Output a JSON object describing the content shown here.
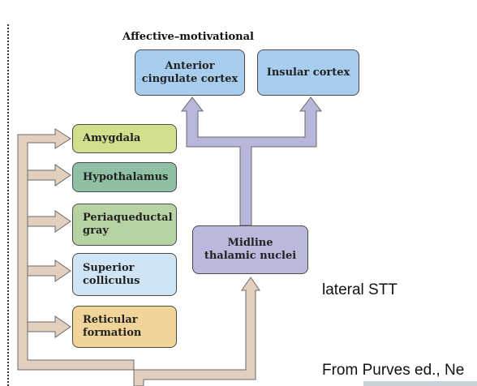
{
  "diagram": {
    "heading": "Affective–motivational",
    "boxes": {
      "anterior_cingulate": "Anterior\ncingulate cortex",
      "insular_cortex": "Insular cortex",
      "amygdala": "Amygdala",
      "hypothalamus": "Hypothalamus",
      "periaqueductal_gray": "Periaqueductal\ngray",
      "superior_colliculus": "Superior\ncolliculus",
      "reticular_formation": "Reticular\nformation",
      "midline_thalamic": "Midline\nthalamic nuclei"
    },
    "colors": {
      "blue_box": "#a8cdee",
      "green_box": "#d1e08c",
      "teal_box": "#8fc0a4",
      "sage_box": "#b7d3a3",
      "lightblue_box": "#cfe5f5",
      "tan_box": "#f0d49a",
      "lavender_box": "#b9b9de",
      "tan_arrow": "#e3cfbe",
      "lavender_arrow": "#b7b7da",
      "arrow_outline": "#6a6a6a"
    }
  },
  "annotations": {
    "lateral_stt": "lateral STT",
    "source": "From Purves ed., Ne"
  }
}
